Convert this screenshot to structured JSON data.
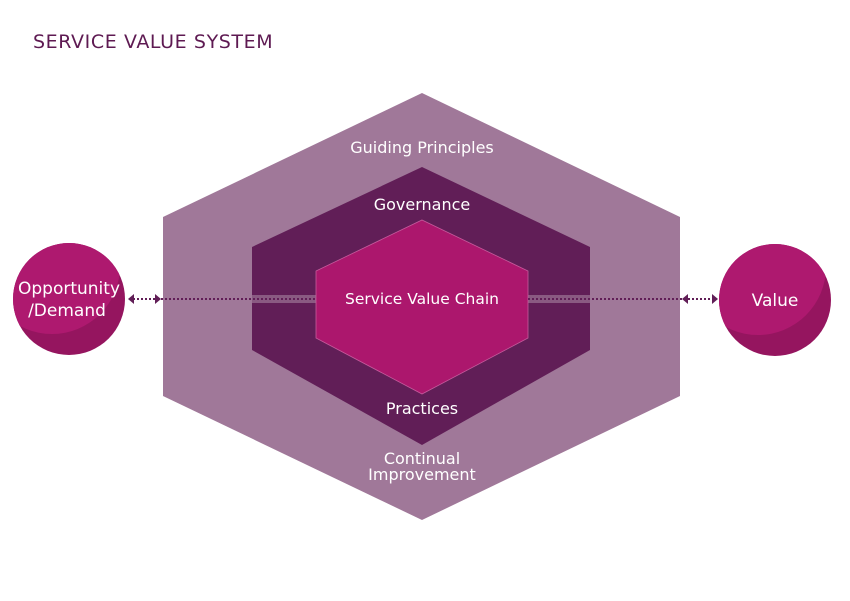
{
  "title": "SERVICE VALUE SYSTEM",
  "colors": {
    "title": "#5e1a52",
    "outer_layer": "#a07899",
    "middle_layer": "#611e57",
    "core": "#ac176d",
    "circle": "#ae196f",
    "circle_shade": "#95155f",
    "connector": "#611e57"
  },
  "diagram": {
    "outer_layer": {
      "top_label": "Guiding Principles",
      "bottom_label_lines": [
        "Continual",
        "Improvement"
      ]
    },
    "middle_layer": {
      "top_label": "Governance",
      "bottom_label": "Practices"
    },
    "core": {
      "label": "Service Value Chain"
    },
    "input_node": {
      "label_lines": [
        "Opportunity",
        "/Demand"
      ]
    },
    "output_node": {
      "label": "Value"
    }
  }
}
